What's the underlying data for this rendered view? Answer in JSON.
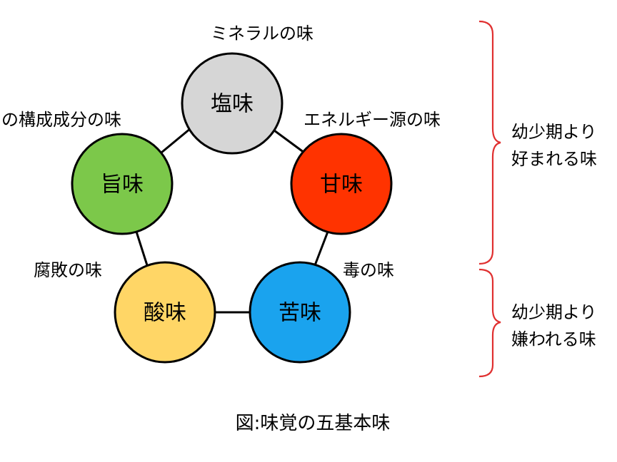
{
  "nodes": [
    {
      "key": "salty",
      "label": "塩味",
      "role": "ミネラルの味",
      "fill": "#d6d6d6",
      "border": "#000000"
    },
    {
      "key": "sweet",
      "label": "甘味",
      "role": "エネルギー源の味",
      "fill": "#ff3300",
      "border": "#c42a0b"
    },
    {
      "key": "bitter",
      "label": "苦味",
      "role": "毒の味",
      "fill": "#1aa3ee",
      "border": "#1a6fb7"
    },
    {
      "key": "sour",
      "label": "酸味",
      "role": "腐敗の味",
      "fill": "#ffd666",
      "border": "#000000"
    },
    {
      "key": "umami",
      "label": "旨味",
      "role": "の構成成分の味",
      "fill": "#7cc84a",
      "border": "#2a9a35"
    }
  ],
  "groups": {
    "liked": {
      "line1": "幼少期より",
      "line2": "好まれる味"
    },
    "disliked": {
      "line1": "幼少期より",
      "line2": "嫌われる味"
    }
  },
  "brace_color": "#e03030",
  "caption": "図:味覚の五基本味"
}
